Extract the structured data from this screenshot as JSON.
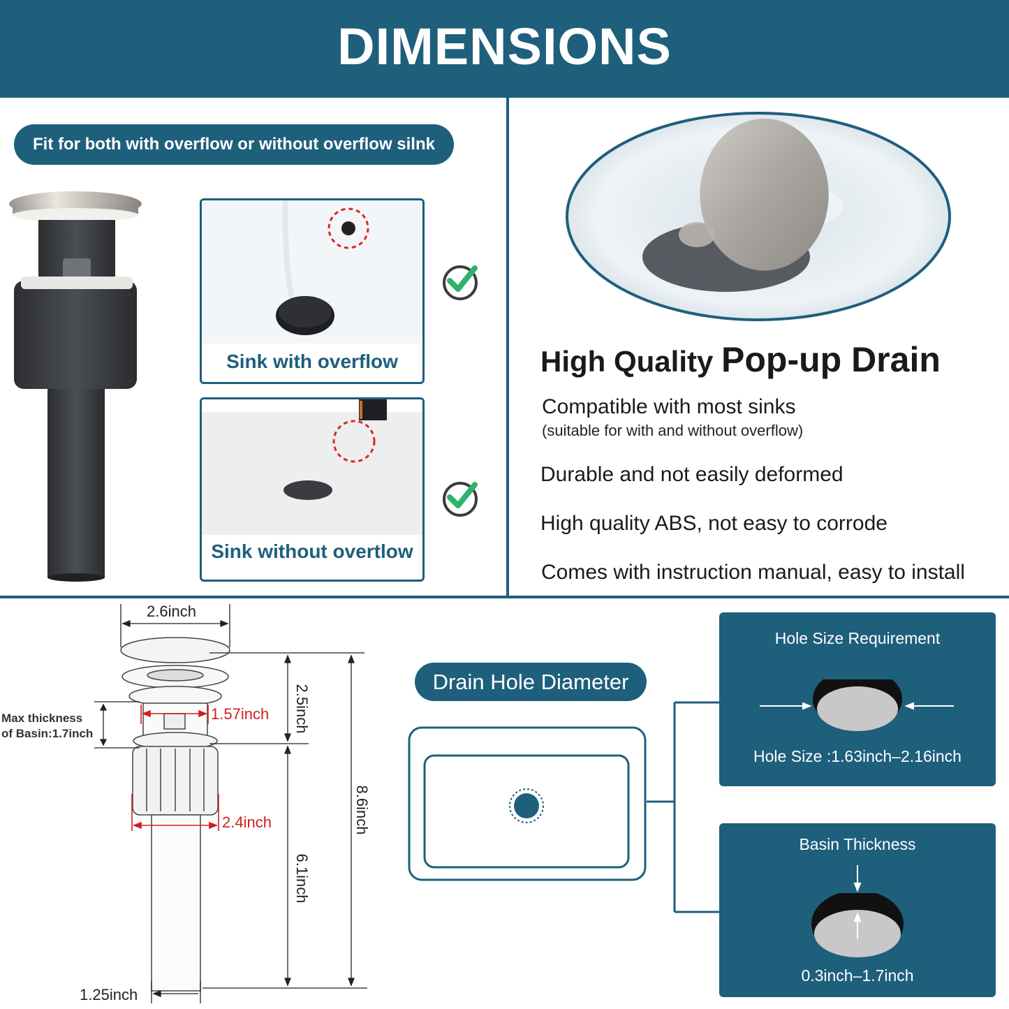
{
  "header": {
    "title": "DIMENSIONS"
  },
  "fit_badge": "Fit for both with overflow or without overflow silnk",
  "sinks": [
    {
      "caption": "Sink with overflow"
    },
    {
      "caption": "Sink without overtlow"
    }
  ],
  "features": {
    "title_small": "High Quality ",
    "title_large": "Pop-up Drain",
    "items": [
      {
        "text": "Compatible with most sinks",
        "note": "(suitable for with and without overflow)"
      },
      {
        "text": "Durable and not easily deformed"
      },
      {
        "text": "High quality ABS, not easy to corrode"
      },
      {
        "text": "Comes with instruction manual, easy to install"
      }
    ]
  },
  "dimensions": {
    "cap_width": "2.6inch",
    "upper_height": "2.5inch",
    "total_height": "8.6inch",
    "thread_width": "1.57inch",
    "max_thickness_line1": "Max thickness",
    "max_thickness_line2": "of Basin:1.7inch",
    "body_width": "2.4inch",
    "lower_height": "6.1inch",
    "tube_width": "1.25inch"
  },
  "drain_hole": {
    "label": "Drain Hole Diameter"
  },
  "hole_size_box": {
    "title": "Hole Size Requirement",
    "value": "Hole Size :1.63inch–2.16inch"
  },
  "thickness_box": {
    "title": "Basin Thickness",
    "value": "0.3inch–1.7inch"
  },
  "colors": {
    "brand": "#1e5f7c",
    "check": "#2fb36a",
    "red_dim": "#d11f1f"
  }
}
